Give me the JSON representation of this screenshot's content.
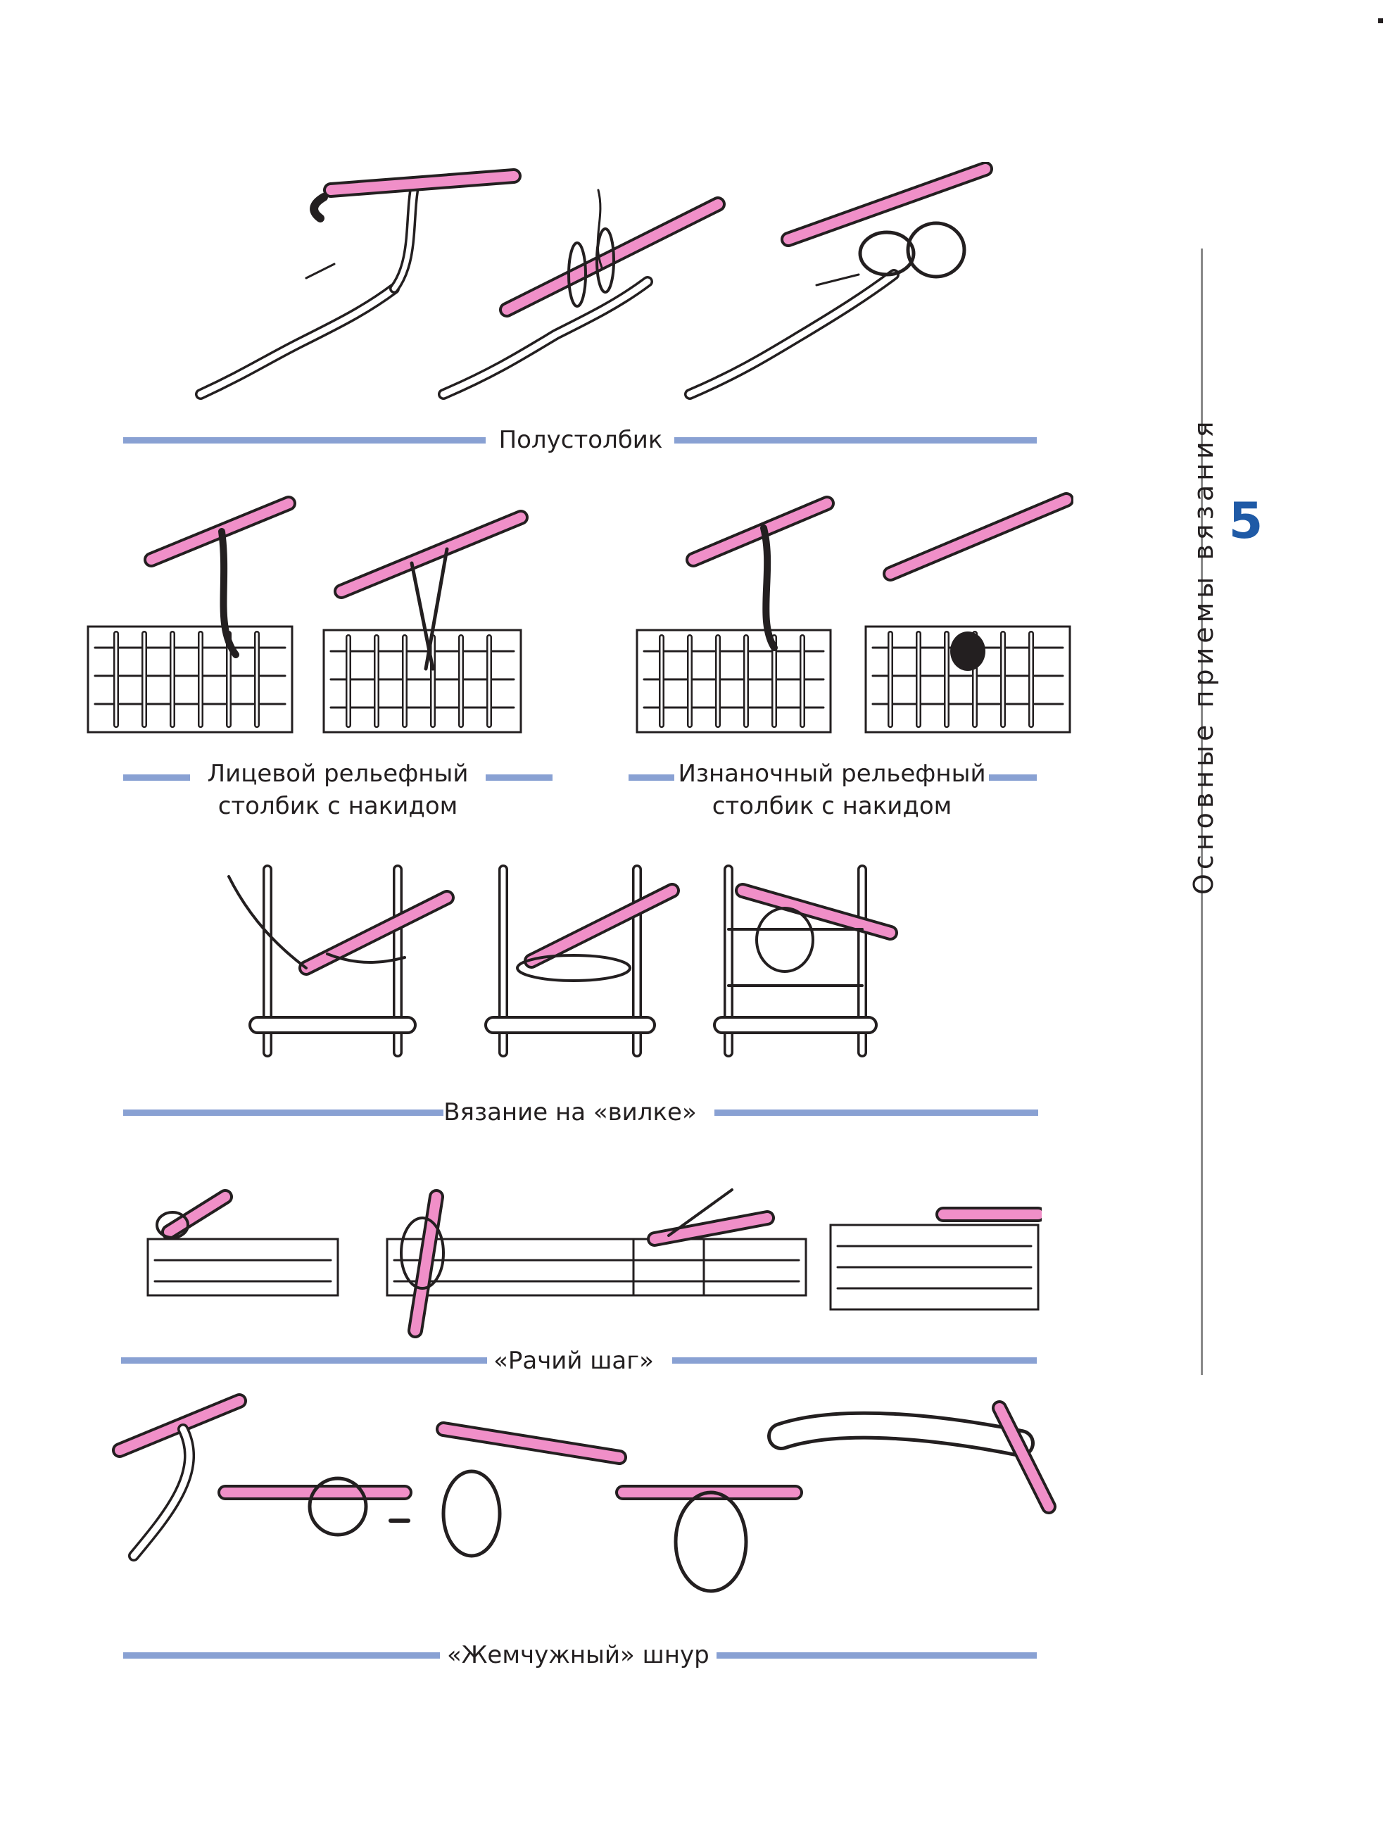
{
  "page": {
    "chapter_number": "5",
    "chapter_title": "Основные приемы вязания"
  },
  "colors": {
    "hook": "#f08fc8",
    "rule": "#89a1d3",
    "chapter": "#1f5aa6",
    "ink": "#231f20"
  },
  "sections": {
    "half_double": {
      "caption": "Полустолбик"
    },
    "front_post": {
      "caption_line1": "Лицевой рельефный",
      "caption_line2": "столбик с накидом"
    },
    "back_post": {
      "caption_line1": "Изнаночный рельефный",
      "caption_line2": "столбик с накидом"
    },
    "hairpin": {
      "caption": "Вязание на «вилке»"
    },
    "crab_stitch": {
      "caption": "«Рачий шаг»"
    },
    "pearl_cord": {
      "caption": "«Жемчужный» шнур"
    }
  }
}
